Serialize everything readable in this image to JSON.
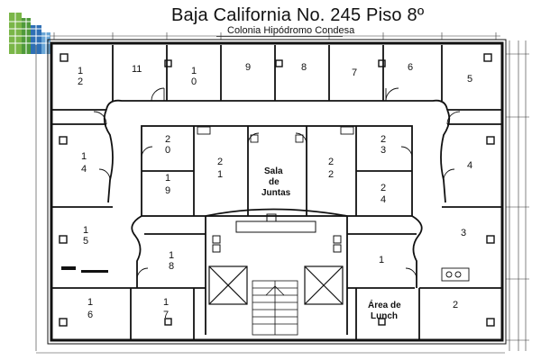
{
  "header": {
    "title": "Baja California No. 245 Piso 8º",
    "subtitle": "Colonia Hipódromo Condesa"
  },
  "colors": {
    "wall": "#111111",
    "logo_green": "#7ab648",
    "logo_blue": "#2e6fb5"
  },
  "rooms": {
    "r1": "1",
    "r2": "2",
    "r3": "3",
    "r4": "4",
    "r5": "5",
    "r6": "6",
    "r7": "7",
    "r8": "8",
    "r9": "9",
    "r10a": "1",
    "r10b": "0",
    "r11": "11",
    "r12a": "1",
    "r12b": "2",
    "r14a": "1",
    "r14b": "4",
    "r15a": "1",
    "r15b": "5",
    "r16a": "1",
    "r16b": "6",
    "r17a": "1",
    "r17b": "7",
    "r18a": "1",
    "r18b": "8",
    "r19a": "1",
    "r19b": "9",
    "r20a": "2",
    "r20b": "0",
    "r21a": "2",
    "r21b": "1",
    "r22a": "2",
    "r22b": "2",
    "r23a": "2",
    "r23b": "3",
    "r24a": "2",
    "r24b": "4",
    "sala1": "Sala",
    "sala2": "de",
    "sala3": "Juntas",
    "lunch1": "Área de",
    "lunch2": "Lunch"
  }
}
